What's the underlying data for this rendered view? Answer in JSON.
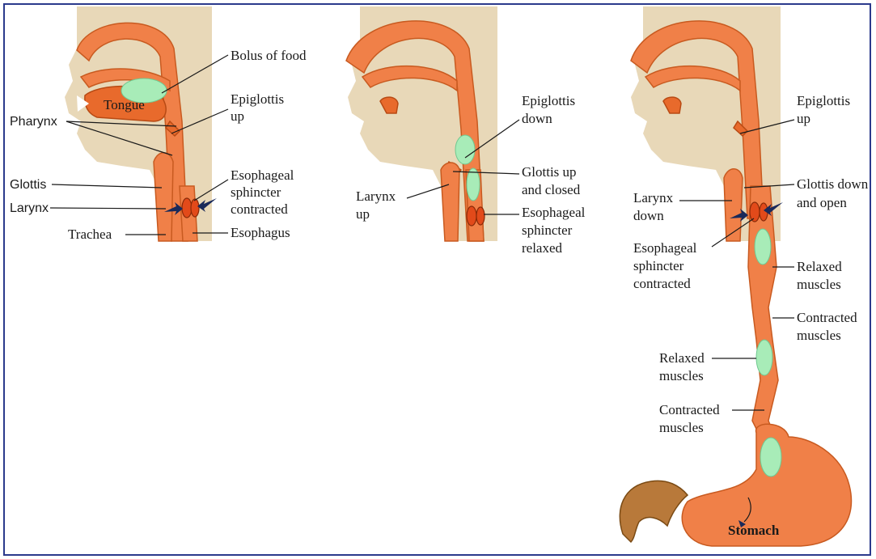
{
  "panel1": {
    "bolus": "Bolus of food",
    "tongue": "Tongue",
    "pharynx": "Pharynx",
    "epiglottis_1": "Epiglottis",
    "epiglottis_2": "up",
    "glottis": "Glottis",
    "larynx": "Larynx",
    "sphincter_1": "Esophageal",
    "sphincter_2": "sphincter",
    "sphincter_3": "contracted",
    "trachea": "Trachea",
    "esophagus": "Esophagus"
  },
  "panel2": {
    "epiglottis_1": "Epiglottis",
    "epiglottis_2": "down",
    "glottis_1": "Glottis up",
    "glottis_2": "and closed",
    "larynx_1": "Larynx",
    "larynx_2": "up",
    "sphincter_1": "Esophageal",
    "sphincter_2": "sphincter",
    "sphincter_3": "relaxed"
  },
  "panel3": {
    "epiglottis_1": "Epiglottis",
    "epiglottis_2": "up",
    "glottis_1": "Glottis down",
    "glottis_2": "and open",
    "larynx_1": "Larynx",
    "larynx_2": "down",
    "sphincter_1": "Esophageal",
    "sphincter_2": "sphincter",
    "sphincter_3": "contracted",
    "relaxed_a_1": "Relaxed",
    "relaxed_a_2": "muscles",
    "contracted_a_1": "Contracted",
    "contracted_a_2": "muscles",
    "relaxed_b_1": "Relaxed",
    "relaxed_b_2": "muscles",
    "contracted_b_1": "Contracted",
    "contracted_b_2": "muscles",
    "stomach": "Stomach"
  }
}
